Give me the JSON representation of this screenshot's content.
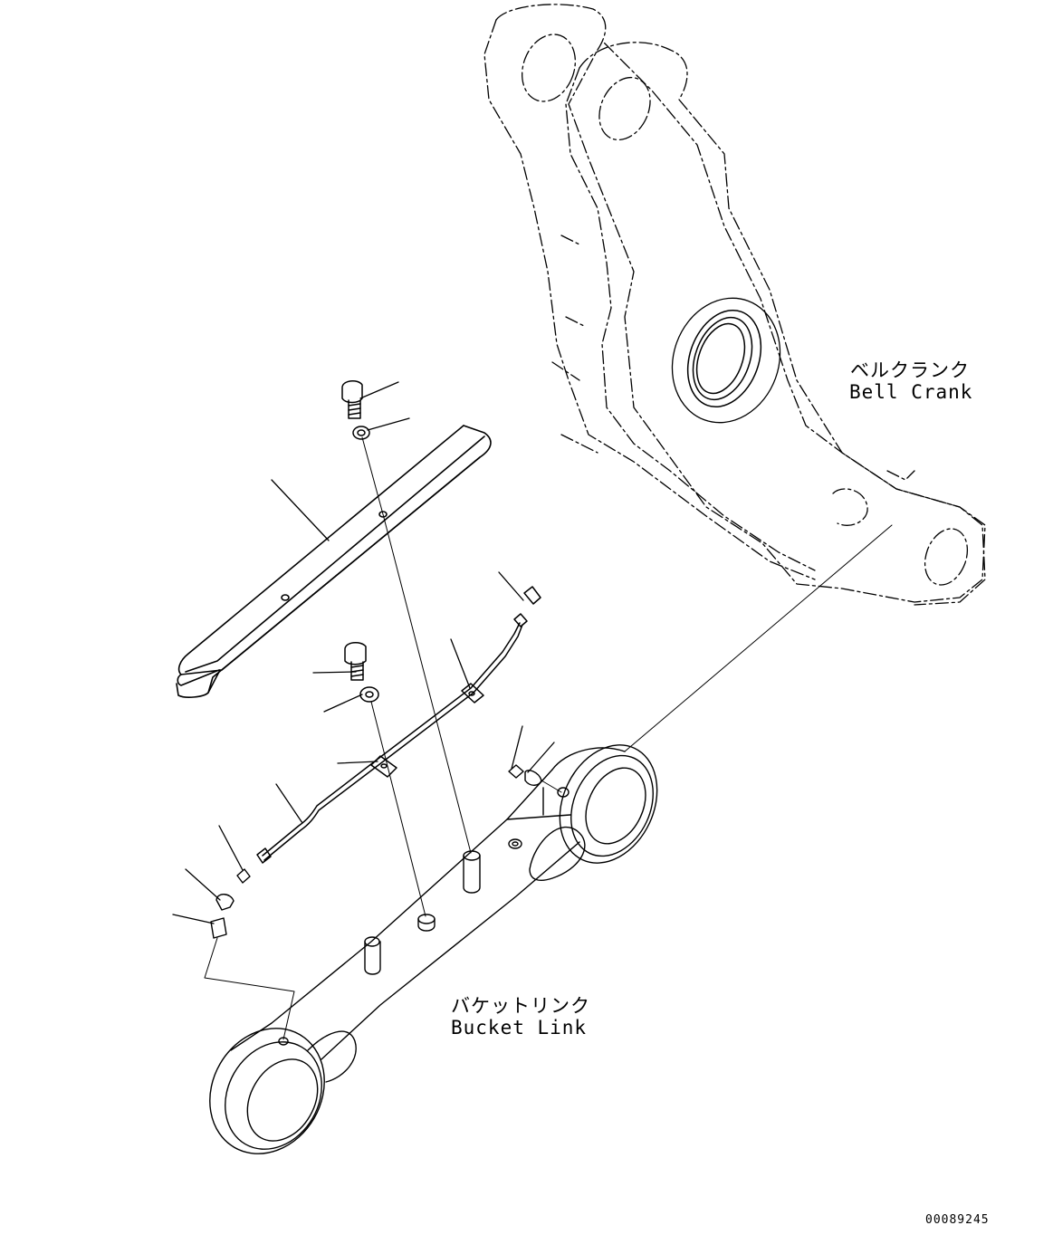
{
  "labels": {
    "bell_crank_jp": "ベルクランク",
    "bell_crank_en": "Bell Crank",
    "bucket_link_jp": "バケットリンク",
    "bucket_link_en": "Bucket Link"
  },
  "drawing_code": "00089245",
  "colors": {
    "line": "#000000",
    "background": "#ffffff"
  }
}
